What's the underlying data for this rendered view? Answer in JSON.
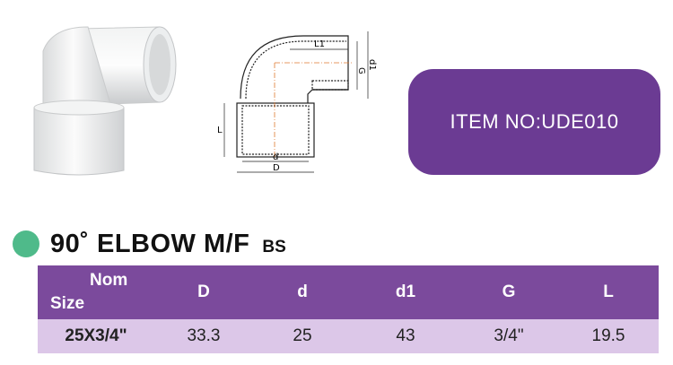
{
  "item_badge": {
    "text": "ITEM NO:UDE010"
  },
  "title": {
    "main": "90˚ ELBOW M/F",
    "suffix": "BS"
  },
  "drawing_labels": {
    "L1": "L1",
    "d1": "d1",
    "G": "G",
    "L": "L",
    "d": "d",
    "D": "D"
  },
  "table": {
    "header": {
      "nom": "Nom",
      "size": "Size",
      "cols": [
        "D",
        "d",
        "d1",
        "G",
        "L"
      ]
    },
    "rows": [
      {
        "size": "25X3/4\"",
        "values": [
          "33.3",
          "25",
          "43",
          "3/4\"",
          "19.5"
        ]
      }
    ]
  },
  "colors": {
    "badge": "#6b3b93",
    "header": "#7b4a9c",
    "row": "#dcc7e8",
    "dot": "#4fba8a",
    "drawing_accent": "#e07a30"
  }
}
